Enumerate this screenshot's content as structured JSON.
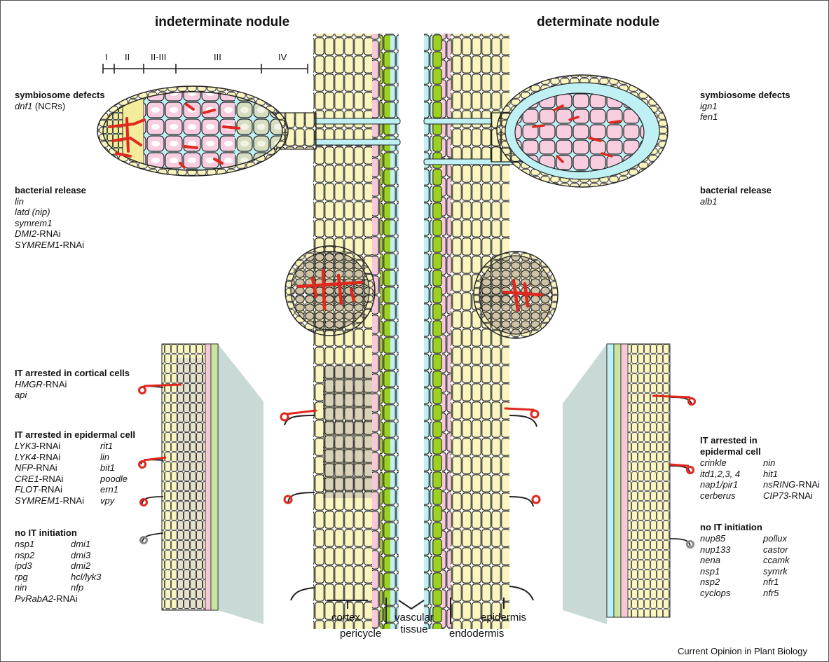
{
  "titles": {
    "left": "indeterminate nodule",
    "right": "determinate nodule"
  },
  "zones": [
    "I",
    "II",
    "II-III",
    "III",
    "IV"
  ],
  "left_groups": {
    "symbiosome": {
      "heading": "symbiosome defects",
      "gene": "dnf1",
      "gene_suffix": " (NCRs)"
    },
    "release": {
      "heading": "bacterial release",
      "items": [
        {
          "gene": "lin",
          "suffix": ""
        },
        {
          "gene": "latd (nip)",
          "suffix": ""
        },
        {
          "gene": "symrem1",
          "suffix": ""
        },
        {
          "gene": "DMI2",
          "suffix": "-RNAi"
        },
        {
          "gene": "SYMREM1",
          "suffix": "-RNAi"
        }
      ]
    },
    "cortical": {
      "heading": "IT arrested in cortical cells",
      "items": [
        {
          "gene": "HMGR",
          "suffix": "-RNAi"
        },
        {
          "gene": "api",
          "suffix": ""
        }
      ]
    },
    "epidermal": {
      "heading": "IT arrested in epidermal cell",
      "col1": [
        {
          "gene": "LYK3",
          "suffix": "-RNAi"
        },
        {
          "gene": "LYK4",
          "suffix": "-RNAi"
        },
        {
          "gene": "NFP",
          "suffix": "-RNAi"
        },
        {
          "gene": "CRE1",
          "suffix": "-RNAi"
        },
        {
          "gene": "FLOT",
          "suffix": "-RNAi"
        },
        {
          "gene": "SYMREM1",
          "suffix": "-RNAi"
        }
      ],
      "col2": [
        "rit1",
        "lin",
        "bit1",
        "poodle",
        "ern1",
        "vpy"
      ]
    },
    "no_it": {
      "heading": "no IT initiation",
      "col1": [
        {
          "gene": "nsp1",
          "suffix": ""
        },
        {
          "gene": "nsp2",
          "suffix": ""
        },
        {
          "gene": "ipd3",
          "suffix": ""
        },
        {
          "gene": "rpg",
          "suffix": ""
        },
        {
          "gene": "nin",
          "suffix": ""
        },
        {
          "gene": "PvRabA2",
          "suffix": "-RNAi"
        }
      ],
      "col2": [
        "dmi1",
        "dmi3",
        "dmi2",
        "hcl/lyk3",
        "nfp"
      ]
    }
  },
  "right_groups": {
    "symbiosome": {
      "heading": "symbiosome defects",
      "items": [
        "ign1",
        "fen1"
      ]
    },
    "release": {
      "heading": "bacterial release",
      "items": [
        "alb1"
      ]
    },
    "epidermal": {
      "heading_line1": "IT arrested in",
      "heading_line2": "epidermal cell",
      "col1": [
        "crinkle",
        "itd1,2,3, 4",
        "nap1/pir1",
        "cerberus"
      ],
      "col2": [
        {
          "gene": "nin",
          "suffix": ""
        },
        {
          "gene": "hit1",
          "suffix": ""
        },
        {
          "gene": "nsRING",
          "suffix": "-RNAi"
        },
        {
          "gene": "CIP73",
          "suffix": "-RNAi"
        }
      ]
    },
    "no_it": {
      "heading": "no IT initiation",
      "col1": [
        "nup85",
        "nup133",
        "nena",
        "nsp1",
        "nsp2",
        "cyclops"
      ],
      "col2": [
        "pollux",
        "castor",
        "ccamk",
        "symrk",
        "nfr1",
        "nfr5"
      ]
    }
  },
  "bottom_labels": {
    "cortex": "cortex",
    "pericycle": "pericycle",
    "vascular_line1": "vascular",
    "vascular_line2": "tissue",
    "endodermis": "endodermis",
    "epidermis": "epidermis"
  },
  "credit": "Current Opinion in Plant Biology",
  "colors": {
    "cortex": "#fbf6bf",
    "cortex_dark": "#d9d2b8",
    "pericycle": "#f6c8d8",
    "endodermis": "#9cd21e",
    "vascular": "#bff0f4",
    "infected": "#f8cde0",
    "senescent": "#d6dcbf",
    "meristem": "#f3ec9c",
    "thread": "#e0281e",
    "panel": "#c9d9d5"
  }
}
